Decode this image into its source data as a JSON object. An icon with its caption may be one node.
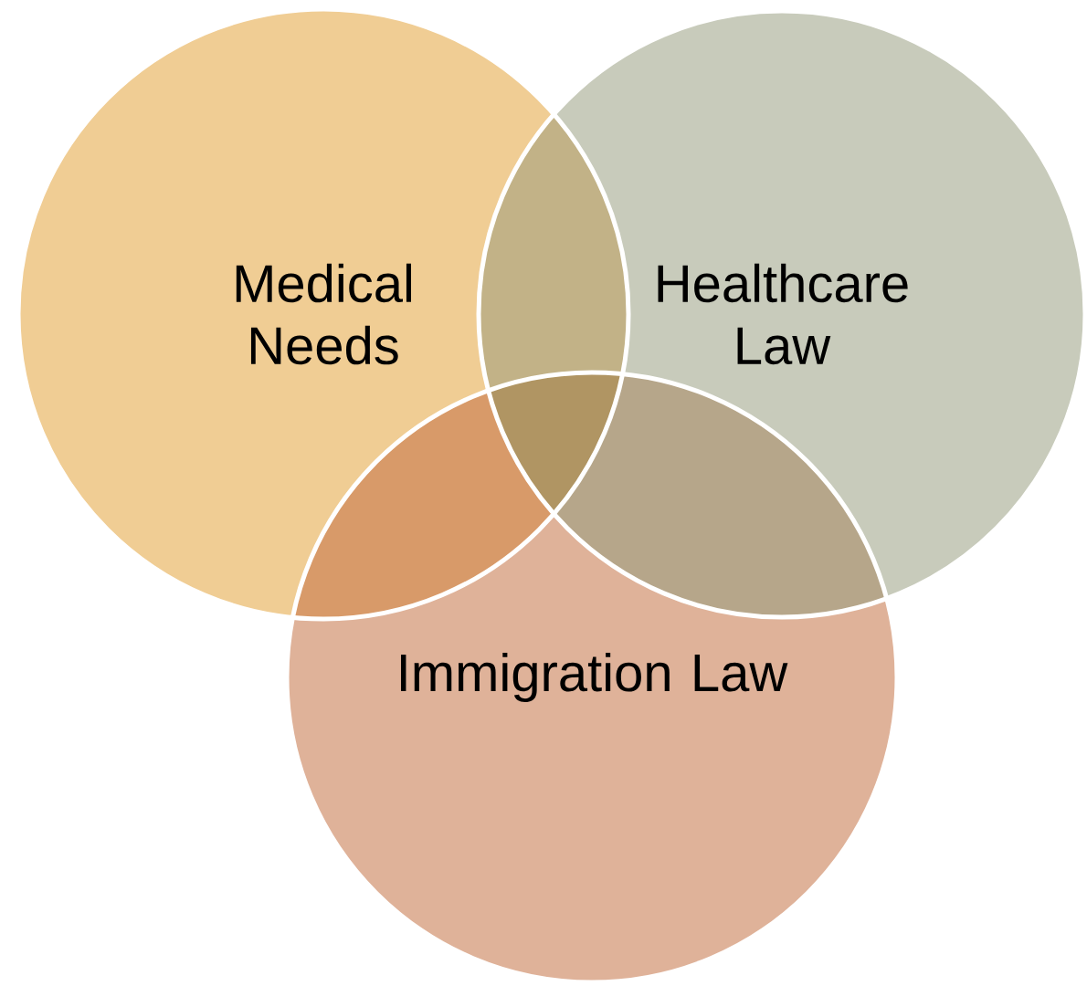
{
  "diagram": {
    "nodes": [
      {
        "text": [
          "Medical Needs"
        ]
      },
      {
        "text": [
          "Healthcare Law"
        ]
      },
      {
        "text": [
          "Immigration Law"
        ]
      }
    ]
  }
}
